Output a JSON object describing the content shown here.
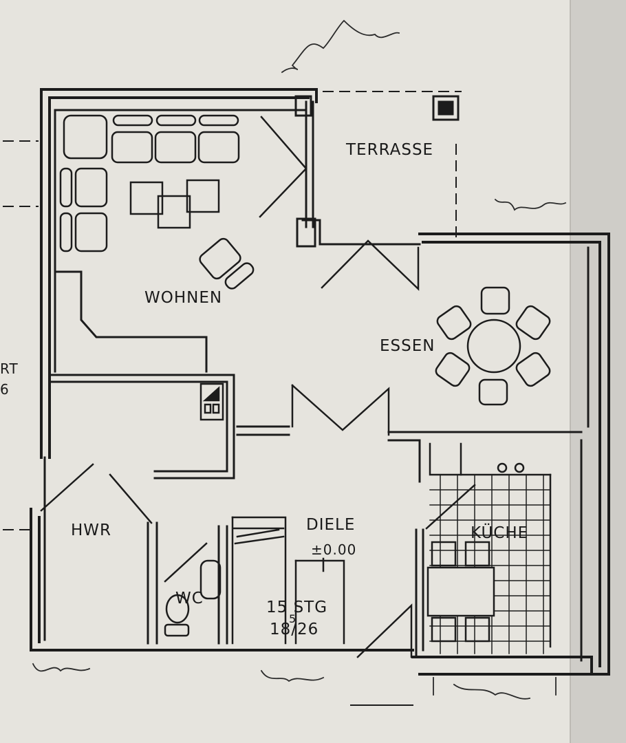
{
  "rooms": {
    "terrasse": "TERRASSE",
    "wohnen": "WOHNEN",
    "essen": "ESSEN",
    "hwr": "HWR",
    "diele": "DIELE",
    "kueche": "KÜCHE",
    "wc": "WC"
  },
  "annotations": {
    "level": "±0.00",
    "stairs_count": "15 STG",
    "stairs_fraction_top": "5",
    "stairs_fraction_bottom": "18/26"
  },
  "margin_text": {
    "left_rt": "RT",
    "left_digit": "6"
  }
}
